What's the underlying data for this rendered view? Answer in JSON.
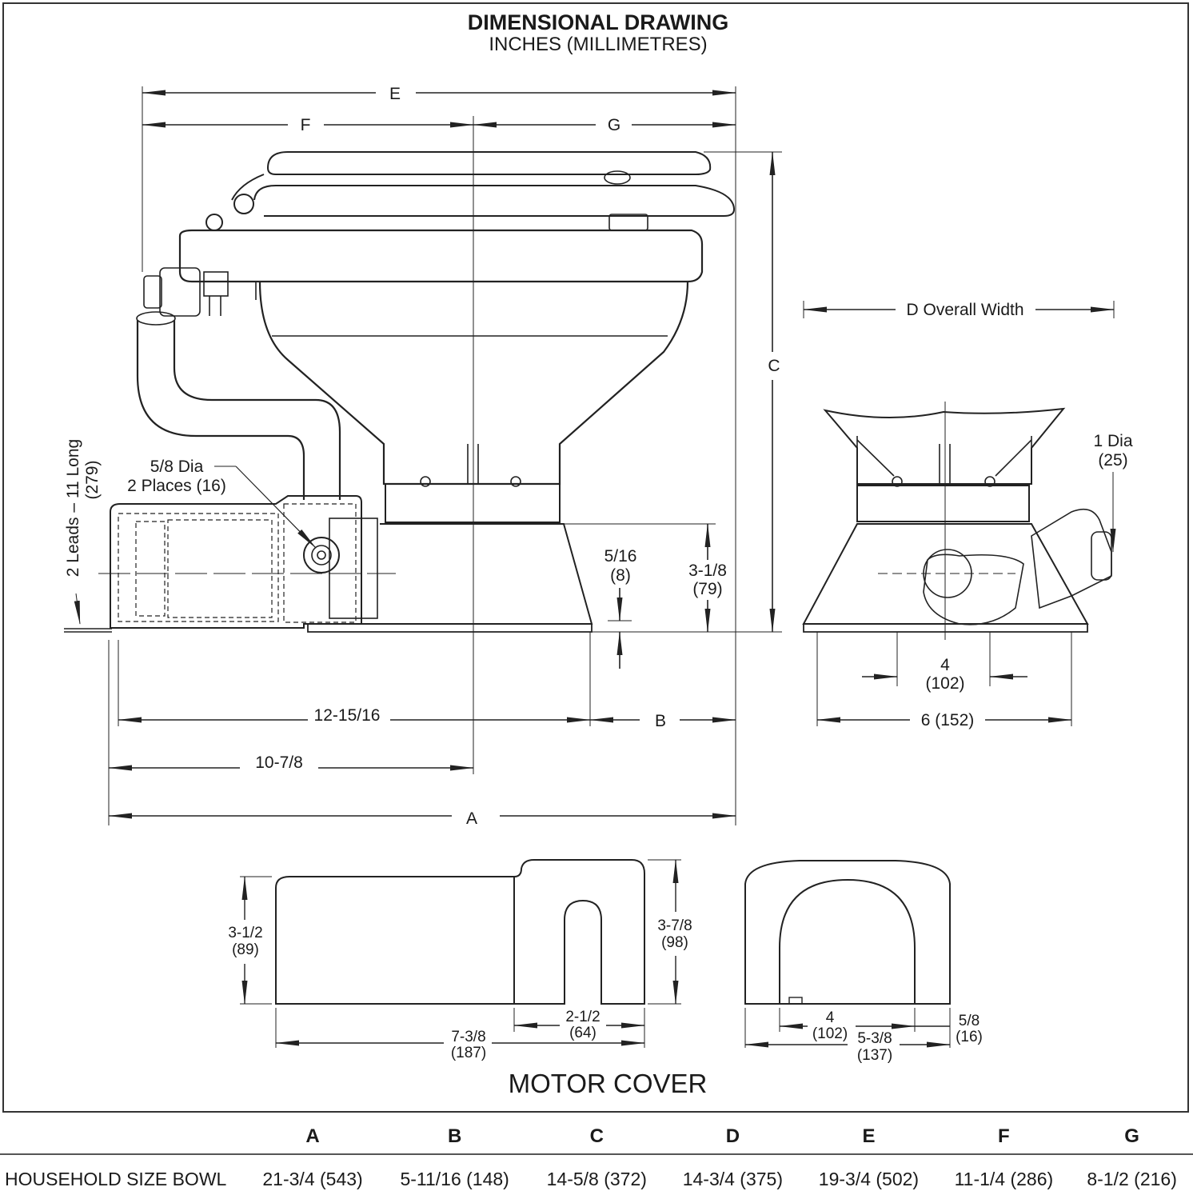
{
  "title": "DIMENSIONAL DRAWING",
  "subtitle": "INCHES (MILLIMETRES)",
  "side_view": {
    "label_E": "E",
    "label_F": "F",
    "label_G": "G",
    "label_C": "C",
    "label_B": "B",
    "label_A": "A",
    "leads_label": "2 Leads – 11 Long",
    "leads_mm": "(279)",
    "hole_dia": "5/8 Dia",
    "hole_places": "2 Places (16)",
    "base_thk": "5/16",
    "base_thk_mm": "(8)",
    "base_height": "3-1/8",
    "base_height_mm": "(79)",
    "dim_12_15_16": "12-15/16",
    "dim_10_7_8": "10-7/8"
  },
  "front_view": {
    "overall_width": "D Overall Width",
    "outlet_dia": "1 Dia",
    "outlet_dia_mm": "(25)",
    "bolt_spacing": "4",
    "bolt_spacing_mm": "(102)",
    "base_width": "6 (152)"
  },
  "motor_cover": {
    "title": "MOTOR COVER",
    "height_side": "3-1/2",
    "height_side_mm": "(89)",
    "height_total": "3-7/8",
    "height_total_mm": "(98)",
    "slot_width": "2-1/2",
    "slot_width_mm": "(64)",
    "length": "7-3/8",
    "length_mm": "(187)",
    "arch_width": "4",
    "arch_width_mm": "(102)",
    "overall_width": "5-3/8",
    "overall_width_mm": "(137)",
    "wall": "5/8",
    "wall_mm": "(16)"
  },
  "table": {
    "headers": [
      "A",
      "B",
      "C",
      "D",
      "E",
      "F",
      "G"
    ],
    "rows": [
      {
        "label": "HOUSEHOLD SIZE BOWL",
        "values": [
          "21-3/4 (543)",
          "5-11/16 (148)",
          "14-5/8 (372)",
          "14-3/4 (375)",
          "19-3/4 (502)",
          "11-1/4 (286)",
          "8-1/2 (216)"
        ]
      }
    ]
  }
}
